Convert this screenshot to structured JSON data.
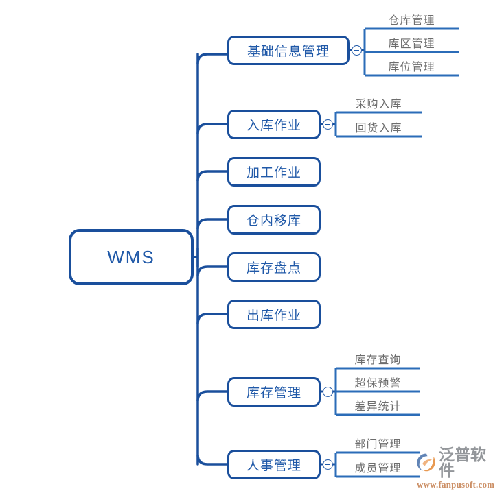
{
  "diagram": {
    "type": "mindmap",
    "root": {
      "label": "WMS"
    },
    "branches": [
      {
        "label": "基础信息管理",
        "toggle": "collapse-toggle-icon",
        "children": [
          "仓库管理",
          "库区管理",
          "库位管理"
        ]
      },
      {
        "label": "入库作业",
        "toggle": "collapse-toggle-icon",
        "children": [
          "采购入库",
          "回货入库"
        ]
      },
      {
        "label": "加工作业",
        "children": []
      },
      {
        "label": "仓内移库",
        "children": []
      },
      {
        "label": "库存盘点",
        "children": []
      },
      {
        "label": "出库作业",
        "children": []
      },
      {
        "label": "库存管理",
        "toggle": "collapse-toggle-icon",
        "children": [
          "库存查询",
          "超保预警",
          "差异统计"
        ]
      },
      {
        "label": "人事管理",
        "toggle": "collapse-toggle-icon",
        "children": [
          "部门管理",
          "成员管理"
        ]
      }
    ]
  },
  "watermark": {
    "brand": "泛普软件",
    "url": "www.fanpusoft.com",
    "logo_icon": "fanpu-swirl-logo-icon"
  },
  "colors": {
    "node_stroke": "#1a4f9c",
    "node_text": "#2059a8",
    "sub_text": "#6d6d6d",
    "connector": "#1a4f9c",
    "sub_connector": "#2b6cb8",
    "background": "#ffffff",
    "watermark_text": "#8f9296",
    "watermark_url": "#c98a5e"
  }
}
